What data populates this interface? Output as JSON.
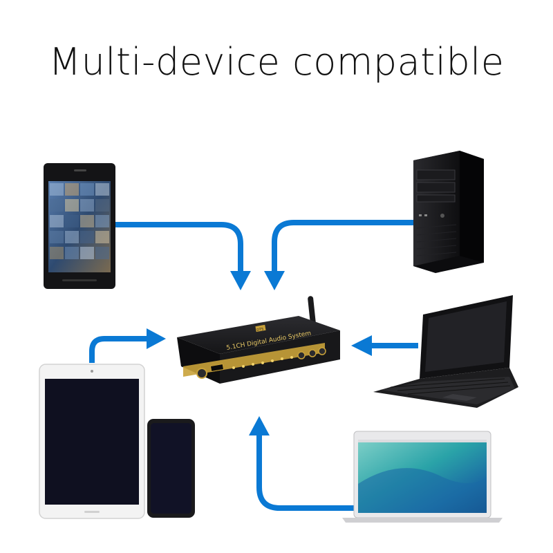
{
  "headline": "Multi-device compatible",
  "hub": {
    "badge": "DTS",
    "label": "5.1CH Digital Audio System"
  },
  "colors": {
    "arrow": "#0a79d4",
    "background": "#ffffff",
    "hub_body": "#1c1c1e",
    "hub_accent": "#c9a23a"
  },
  "devices": [
    {
      "name": "smartphone",
      "icon": "phone-icon"
    },
    {
      "name": "desktop-tower",
      "icon": "tower-pc-icon"
    },
    {
      "name": "tablet-and-phone",
      "icon": "tablet-icon"
    },
    {
      "name": "laptop",
      "icon": "laptop-icon"
    },
    {
      "name": "macbook",
      "icon": "macbook-icon"
    }
  ]
}
